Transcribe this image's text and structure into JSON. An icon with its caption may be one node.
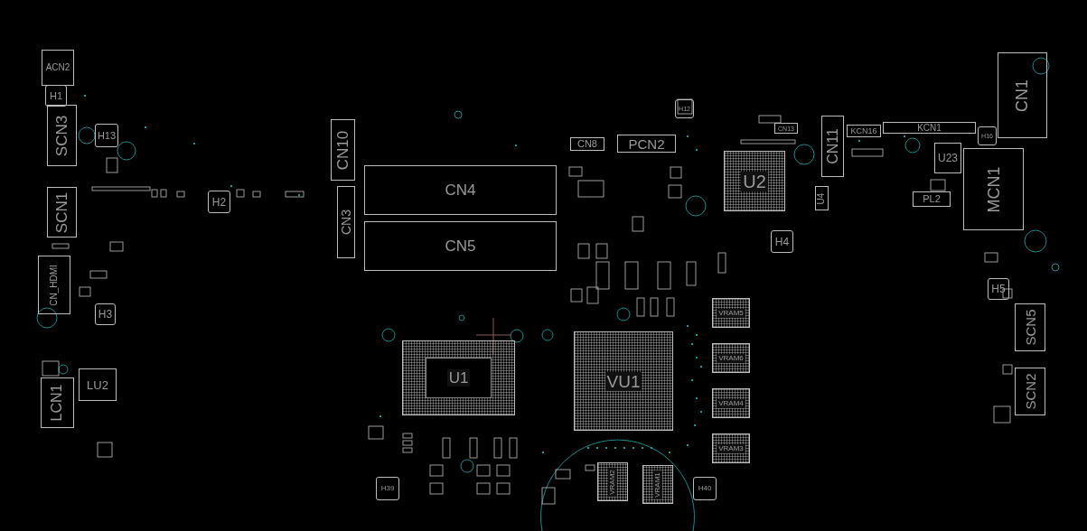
{
  "diagram": {
    "nodes": [
      {
        "text": [
          "ACN2"
        ]
      },
      {
        "text": [
          "H1"
        ]
      },
      {
        "text": [
          "SCN3"
        ]
      },
      {
        "text": [
          "H13"
        ]
      },
      {
        "text": [
          "SCN1"
        ]
      },
      {
        "text": [
          "H2"
        ]
      },
      {
        "text": [
          "CN10"
        ]
      },
      {
        "text": [
          "CN3"
        ]
      },
      {
        "text": [
          "CN4"
        ]
      },
      {
        "text": [
          "CN5"
        ]
      },
      {
        "text": [
          "CN8"
        ]
      },
      {
        "text": [
          "PCN2"
        ]
      },
      {
        "text": [
          "H12"
        ]
      },
      {
        "text": [
          "CN13"
        ]
      },
      {
        "text": [
          "U2"
        ]
      },
      {
        "text": [
          "CN11"
        ]
      },
      {
        "text": [
          "KCN16"
        ]
      },
      {
        "text": [
          "KCN1"
        ]
      },
      {
        "text": [
          "CN1"
        ]
      },
      {
        "text": [
          "H16"
        ]
      },
      {
        "text": [
          "U23"
        ]
      },
      {
        "text": [
          "MCN1"
        ]
      },
      {
        "text": [
          "U4"
        ]
      },
      {
        "text": [
          "PL2"
        ]
      },
      {
        "text": [
          "H4"
        ]
      },
      {
        "text": [
          "H5"
        ]
      },
      {
        "text": [
          "SCN5"
        ]
      },
      {
        "text": [
          "SCN2"
        ]
      },
      {
        "text": [
          "CN_HDMI"
        ]
      },
      {
        "text": [
          "H3"
        ]
      },
      {
        "text": [
          "LCN1"
        ]
      },
      {
        "text": [
          "LU2"
        ]
      },
      {
        "text": [
          "VRAM5"
        ]
      },
      {
        "text": [
          "VRAM6"
        ]
      },
      {
        "text": [
          "VRAM4"
        ]
      },
      {
        "text": [
          "VRAM3"
        ]
      },
      {
        "text": [
          "U1"
        ]
      },
      {
        "text": [
          "VU1"
        ]
      },
      {
        "text": [
          "VRAM2"
        ]
      },
      {
        "text": [
          "VRAM1"
        ]
      },
      {
        "text": [
          "H39"
        ]
      },
      {
        "text": [
          "H40"
        ]
      }
    ]
  }
}
